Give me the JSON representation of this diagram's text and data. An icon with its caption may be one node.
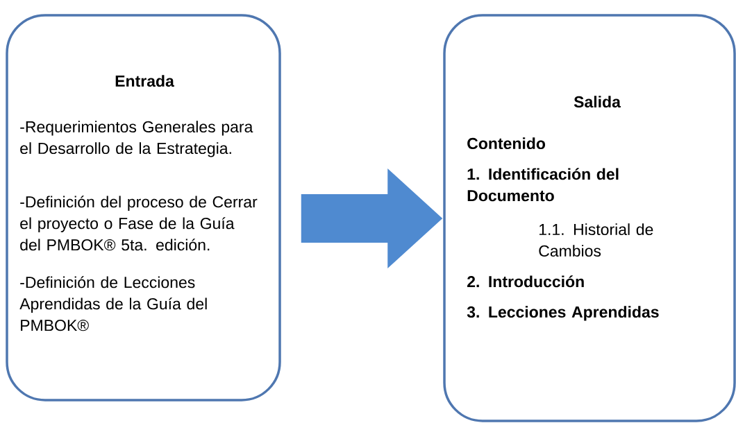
{
  "diagram": {
    "nodes": [
      {
        "text": [
          "Entrada",
          "-Requerimientos Generales para el Desarrollo de la Estrategia.",
          "-Definición del proceso de Cerrar el proyecto o Fase de la Guía del  PMBOK® 5ta. edición.",
          "-Definición de Lecciones Aprendidas de la Guía del PMBOK®"
        ]
      },
      {
        "text": [
          "Salida",
          "Contenido",
          "1. Identificación del Documento",
          "1.1. Historial de Cambios",
          "2. Introducción",
          "3. Lecciones Aprendidas"
        ]
      }
    ],
    "edges": [
      {
        "from": 0,
        "to": 1,
        "arrow": "to"
      }
    ]
  }
}
